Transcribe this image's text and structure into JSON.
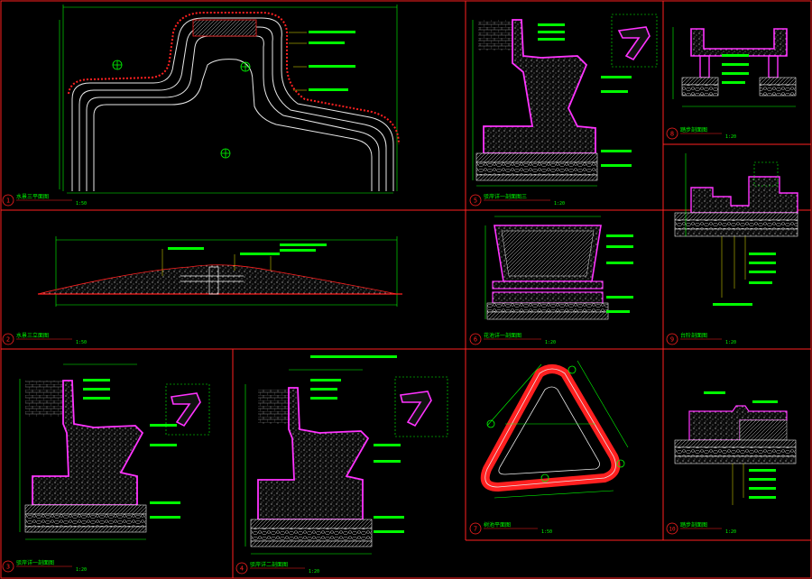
{
  "drawing": {
    "colors": {
      "frame": "#ff2020",
      "dimension": "#00ff00",
      "outline": "#ff33ff",
      "linework": "#e8e8e8",
      "annotation": "#e6e600",
      "background": "#000000"
    },
    "panels": [
      {
        "id": "1",
        "title": "水景三平面图",
        "scale": "1:50"
      },
      {
        "id": "2",
        "title": "水景三立面图",
        "scale": "1:50"
      },
      {
        "id": "3",
        "title": "驳岸详一剖面图",
        "scale": "1:20"
      },
      {
        "id": "4",
        "title": "驳岸详二剖面图",
        "scale": "1:20"
      },
      {
        "id": "5",
        "title": "驳岸详一剖面图三",
        "scale": "1:20"
      },
      {
        "id": "6",
        "title": "花池详一剖面图",
        "scale": "1:20"
      },
      {
        "id": "7",
        "title": "树池平面图",
        "scale": "1:50"
      },
      {
        "id": "8",
        "title": "踏步剖面图",
        "scale": "1:20"
      },
      {
        "id": "9",
        "title": "台阶剖面图",
        "scale": "1:20"
      },
      {
        "id": "10",
        "title": "踏步剖面图",
        "scale": "1:20"
      }
    ]
  }
}
